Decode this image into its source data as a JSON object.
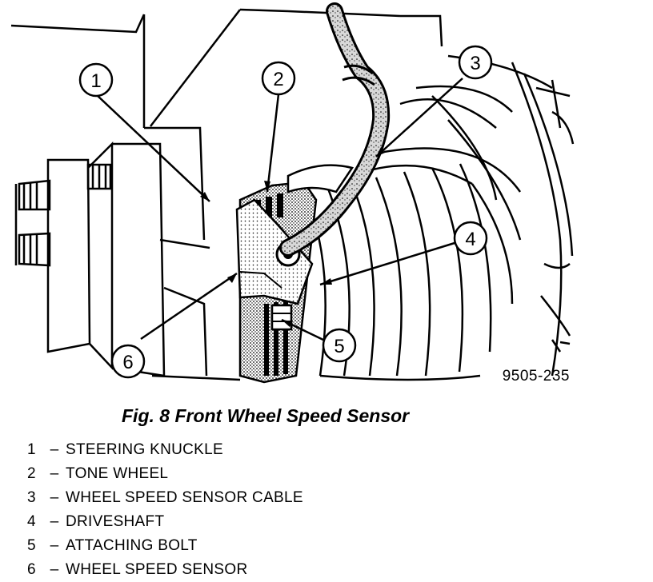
{
  "figure": {
    "reference_code": "9505-235",
    "callouts": [
      "1",
      "2",
      "3",
      "4",
      "5",
      "6"
    ]
  },
  "caption": "Fig. 8 Front Wheel Speed Sensor",
  "legend": [
    {
      "number": "1",
      "separator": "–",
      "label": "STEERING KNUCKLE"
    },
    {
      "number": "2",
      "separator": "–",
      "label": "TONE WHEEL"
    },
    {
      "number": "3",
      "separator": "–",
      "label": "WHEEL SPEED SENSOR CABLE"
    },
    {
      "number": "4",
      "separator": "–",
      "label": "DRIVESHAFT"
    },
    {
      "number": "5",
      "separator": "–",
      "label": "ATTACHING BOLT"
    },
    {
      "number": "6",
      "separator": "–",
      "label": "WHEEL SPEED SENSOR"
    }
  ]
}
